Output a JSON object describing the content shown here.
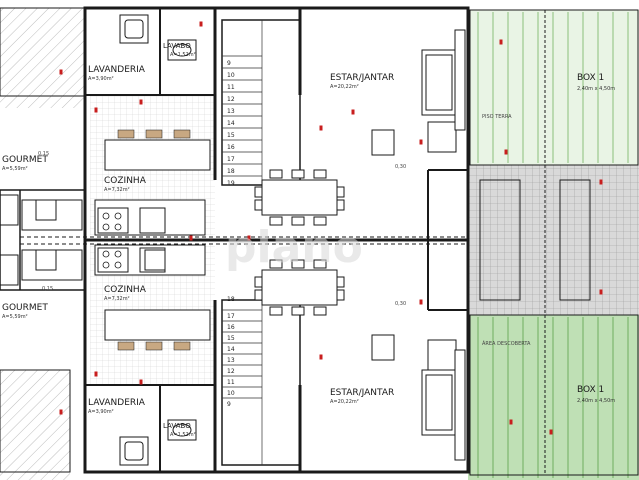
{
  "rooms": {
    "lavanderia_top": {
      "name": "LAVANDERIA",
      "area": "A=3,90m²"
    },
    "lavabo_top": {
      "name": "LAVABO",
      "area": "A=1,52m²"
    },
    "gourmet_top": {
      "name": "GOURMET",
      "area": "A=5,59m²"
    },
    "cozinha_top": {
      "name": "COZINHA",
      "area": "A=7,32m²"
    },
    "estar_top": {
      "name": "ESTAR/JANTAR",
      "area": "A=20,22m²"
    },
    "box_top": {
      "name": "BOX 1",
      "area": "2,40m x 4,50m"
    },
    "gourmet_bottom": {
      "name": "GOURMET",
      "area": "A=5,59m²"
    },
    "cozinha_bottom": {
      "name": "COZINHA",
      "area": "A=7,32m²"
    },
    "estar_bottom": {
      "name": "ESTAR/JANTAR",
      "area": "A=20,22m²"
    },
    "lavanderia_bottom": {
      "name": "LAVANDERIA",
      "area": "A=3,90m²"
    },
    "lavabo_bottom": {
      "name": "LAVABO",
      "area": "A=1,52m²"
    },
    "box_bottom": {
      "name": "BOX 1",
      "area": "2,40m x 4,50m"
    }
  },
  "stairs_top": [
    "9",
    "10",
    "11",
    "12",
    "13",
    "14",
    "15",
    "16",
    "17",
    "18",
    "19"
  ],
  "stairs_bottom": [
    "17",
    "16",
    "15",
    "14",
    "13",
    "12",
    "11",
    "10",
    "9"
  ],
  "stairs_bottom_upper": [
    "18"
  ],
  "levels": {
    "top": "0,30",
    "bottom": "0,30",
    "gourmet_top": "0,15",
    "gourmet_bottom": "0,15"
  },
  "notes": {
    "piso": "PISO TERRA",
    "area_descoberta": "ÁREA DESCOBERTA"
  },
  "watermark": "plano",
  "colors": {
    "grass": "#bfe0b5",
    "grass_line": "#8cc07c",
    "paving": "#cfcfcf",
    "wall": "#1a1a1a",
    "red": "#c81e1e"
  }
}
